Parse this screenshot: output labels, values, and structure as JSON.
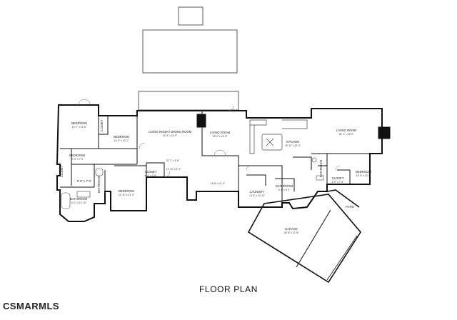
{
  "title": "FLOOR PLAN",
  "watermark": "CSMARMLS",
  "rooms": [
    {
      "id": "bedroom-1",
      "name": "BEDROOM",
      "dims": "16' 2\" x 14' 6\""
    },
    {
      "id": "closet-1",
      "name": "CLOSET",
      "dims": ""
    },
    {
      "id": "bedroom-2",
      "name": "BEDROOM",
      "dims": "14' 0\" x 13' 1\""
    },
    {
      "id": "bedroom-3",
      "name": "BEDROOM",
      "dims": "10' 0\" x 7' 0\""
    },
    {
      "id": "closet-2",
      "name": "CLOSET",
      "dims": ""
    },
    {
      "id": "closet-3",
      "name": "8' 0\" x 7' 6\"",
      "dims": ""
    },
    {
      "id": "bathroom-1",
      "name": "BATHROOM",
      "dims": ""
    },
    {
      "id": "bathroom-2",
      "name": "BATHROOM",
      "dims": "13' 2\" x 10' 10\""
    },
    {
      "id": "bedroom-4",
      "name": "BEDROOM",
      "dims": "13' 11\" x 13' 0\""
    },
    {
      "id": "living-dining",
      "name": "LIVING ROOM / DINING ROOM",
      "dims": "33' 3\" x 15' 9\""
    },
    {
      "id": "hall-1",
      "name": "",
      "dims": "22' 1\" x 5' 6\""
    },
    {
      "id": "closet-4",
      "name": "CLOSET",
      "dims": "6' 4\" x 2' 6\""
    },
    {
      "id": "hall-2",
      "name": "",
      "dims": "11' 10\" x 5' 3\""
    },
    {
      "id": "living-room-1",
      "name": "LIVING ROOM",
      "dims": "15' 2\" x 15' 8\""
    },
    {
      "id": "foyer",
      "name": "",
      "dims": "16' 8\" x 11' 0\""
    },
    {
      "id": "kitchen",
      "name": "KITCHEN",
      "dims": "30' 11\" x 20' 3\""
    },
    {
      "id": "laundry",
      "name": "LAUNDRY",
      "dims": "13' 5\" x 10' 11\""
    },
    {
      "id": "bathroom-3",
      "name": "BATHROOM",
      "dims": "6' 1\" x 5' 0\""
    },
    {
      "id": "living-room-2",
      "name": "LIVING ROOM",
      "dims": "24' 1\" x 18' 9\""
    },
    {
      "id": "bathroom-4",
      "name": "BATHROOM",
      "dims": ""
    },
    {
      "id": "closet-5",
      "name": "CLOSET",
      "dims": "8' 0\" x 7' 6\""
    },
    {
      "id": "bedroom-5",
      "name": "BEDROOM",
      "dims": "15' 5\" x 13' 9\""
    },
    {
      "id": "patio",
      "name": "PATIO",
      "dims": ""
    },
    {
      "id": "garage",
      "name": "GARAGE",
      "dims": "25' 8\" x 22' 5\""
    }
  ]
}
